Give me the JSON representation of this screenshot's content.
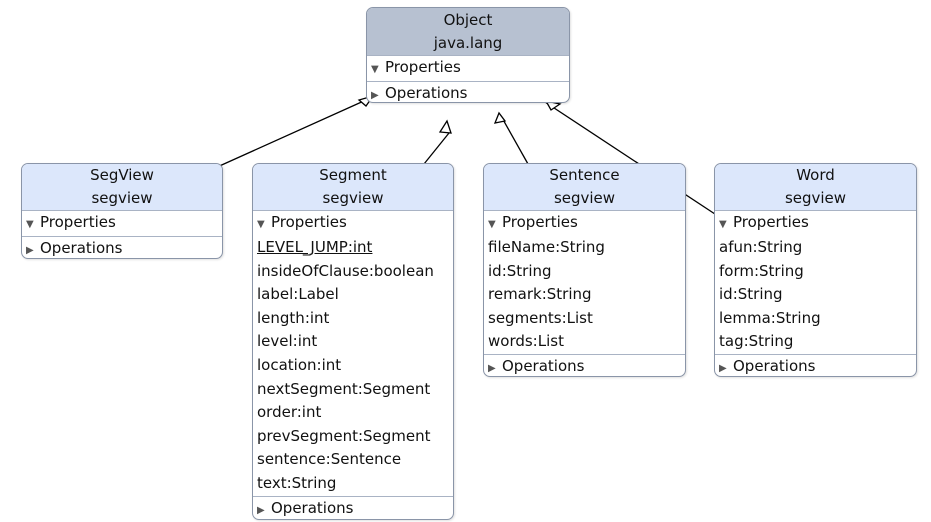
{
  "classes": {
    "object": {
      "name": "Object",
      "package": "java.lang",
      "properties_label": "Properties",
      "operations_label": "Operations"
    },
    "segview": {
      "name": "SegView",
      "package": "segview",
      "properties_label": "Properties",
      "operations_label": "Operations"
    },
    "segment": {
      "name": "Segment",
      "package": "segview",
      "properties_label": "Properties",
      "operations_label": "Operations",
      "attributes": [
        "LEVEL_JUMP:int",
        "insideOfClause:boolean",
        "label:Label",
        "length:int",
        "level:int",
        "location:int",
        "nextSegment:Segment",
        "order:int",
        "prevSegment:Segment",
        "sentence:Sentence",
        "text:String"
      ]
    },
    "sentence": {
      "name": "Sentence",
      "package": "segview",
      "properties_label": "Properties",
      "operations_label": "Operations",
      "attributes": [
        "fileName:String",
        "id:String",
        "remark:String",
        "segments:List",
        "words:List"
      ]
    },
    "word": {
      "name": "Word",
      "package": "segview",
      "properties_label": "Properties",
      "operations_label": "Operations",
      "attributes": [
        "afun:String",
        "form:String",
        "id:String",
        "lemma:String",
        "tag:String"
      ]
    }
  }
}
